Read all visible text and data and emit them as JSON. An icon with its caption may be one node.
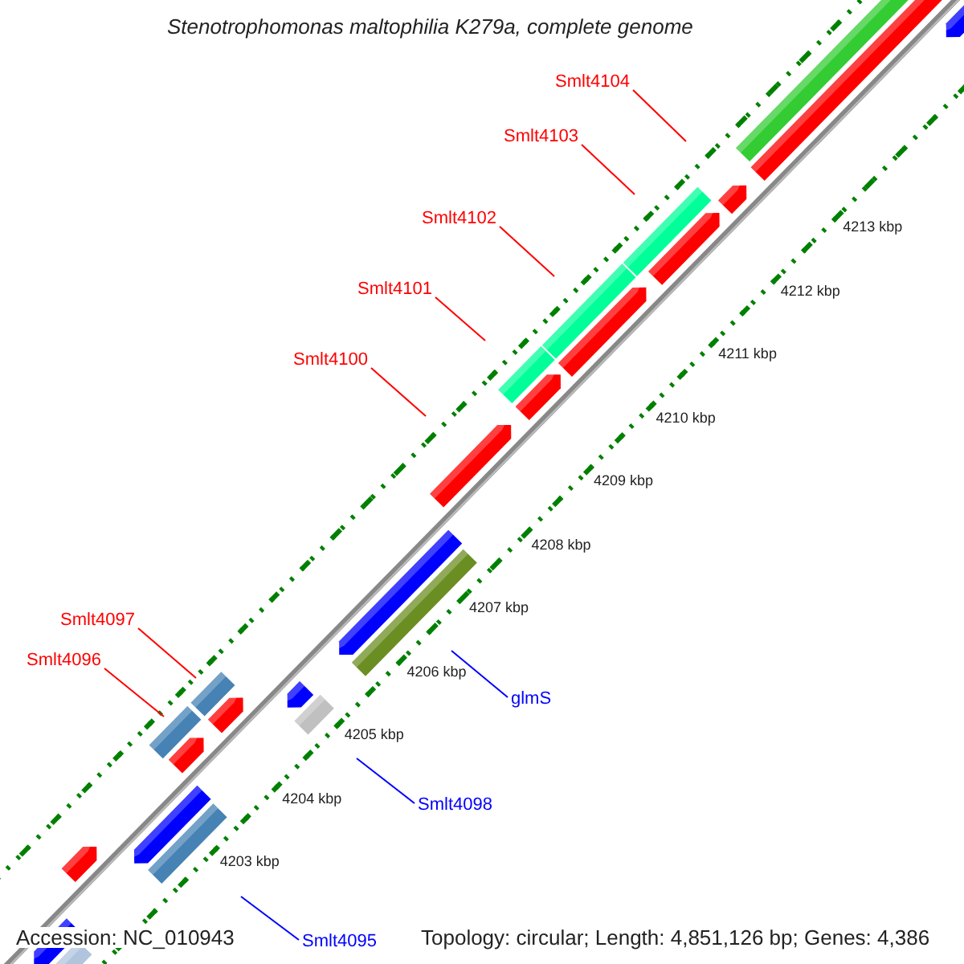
{
  "diagram": {
    "title": "Stenotrophomonas maltophilia K279a, complete genome",
    "nodes": [
      {
        "text": [
          "Smlt4104"
        ]
      },
      {
        "text": [
          "Smlt4103"
        ]
      },
      {
        "text": [
          "Smlt4102"
        ]
      },
      {
        "text": [
          "Smlt4101"
        ]
      },
      {
        "text": [
          "Smlt4100"
        ]
      },
      {
        "text": [
          "Smlt4097"
        ]
      },
      {
        "text": [
          "Smlt4096"
        ]
      },
      {
        "text": [
          "glmS"
        ]
      },
      {
        "text": [
          "Smlt4098"
        ]
      },
      {
        "text": [
          "Smlt4095"
        ]
      }
    ],
    "edges": [
      {
        "from": 0,
        "to": null,
        "arrow": "none"
      },
      {
        "from": 1,
        "to": null,
        "arrow": "none"
      },
      {
        "from": 2,
        "to": null,
        "arrow": "none"
      },
      {
        "from": 3,
        "to": null,
        "arrow": "none"
      },
      {
        "from": 4,
        "to": null,
        "arrow": "none"
      },
      {
        "from": 5,
        "to": null,
        "arrow": "none"
      },
      {
        "from": 6,
        "to": null,
        "arrow": "none"
      },
      {
        "from": 7,
        "to": null,
        "arrow": "none",
        "color": "#0000ff"
      },
      {
        "from": 8,
        "to": null,
        "arrow": "none",
        "color": "#0000ff"
      },
      {
        "from": 9,
        "to": null,
        "arrow": "none",
        "color": "#0000ff"
      }
    ],
    "labels": [
      "4213 kbp",
      "4212 kbp",
      "4211 kbp",
      "4210 kbp",
      "4209 kbp",
      "4208 kbp",
      "4207 kbp",
      "4206 kbp",
      "4205 kbp",
      "4204 kbp",
      "4203 kbp",
      "Accession: NC_010943",
      "Topology: circular; Length: 4,851,126 bp; Genes: 4,386"
    ]
  }
}
